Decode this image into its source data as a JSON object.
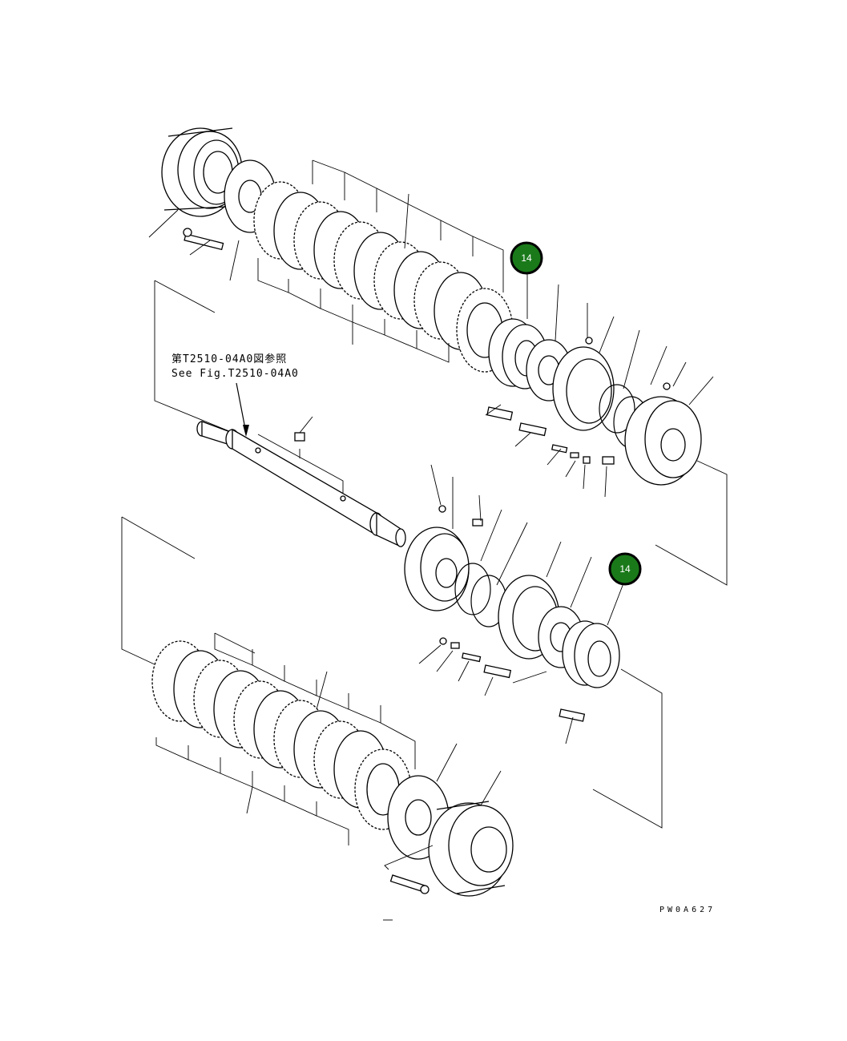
{
  "reference": {
    "line_ja": "第T2510-04A0図参照",
    "line_en": "See Fig.T2510-04A0"
  },
  "drawing_code": "PW0A627",
  "callouts": [
    {
      "label": "14"
    },
    {
      "label": "14"
    }
  ],
  "colors": {
    "callout_fill": "#1a7a1a",
    "callout_text": "#ffffff",
    "line": "#000000"
  }
}
